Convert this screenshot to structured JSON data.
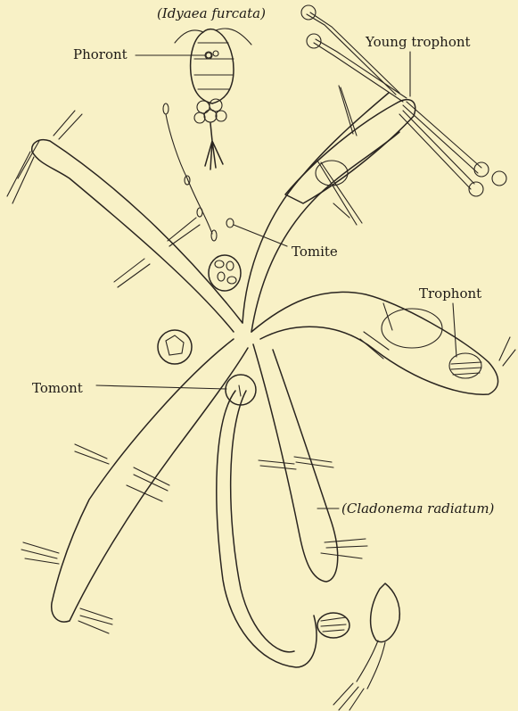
{
  "labels": {
    "idyaea": "(Idyaea furcata)",
    "phoront": "Phoront",
    "young_trophont": "Young trophont",
    "tomite": "Tomite",
    "trophont": "Trophont",
    "tomont": "Tomont",
    "cladonema": "(Cladonema radiatum)"
  },
  "colors": {
    "background": "#f8f1c6",
    "ink": "#2a2520"
  }
}
